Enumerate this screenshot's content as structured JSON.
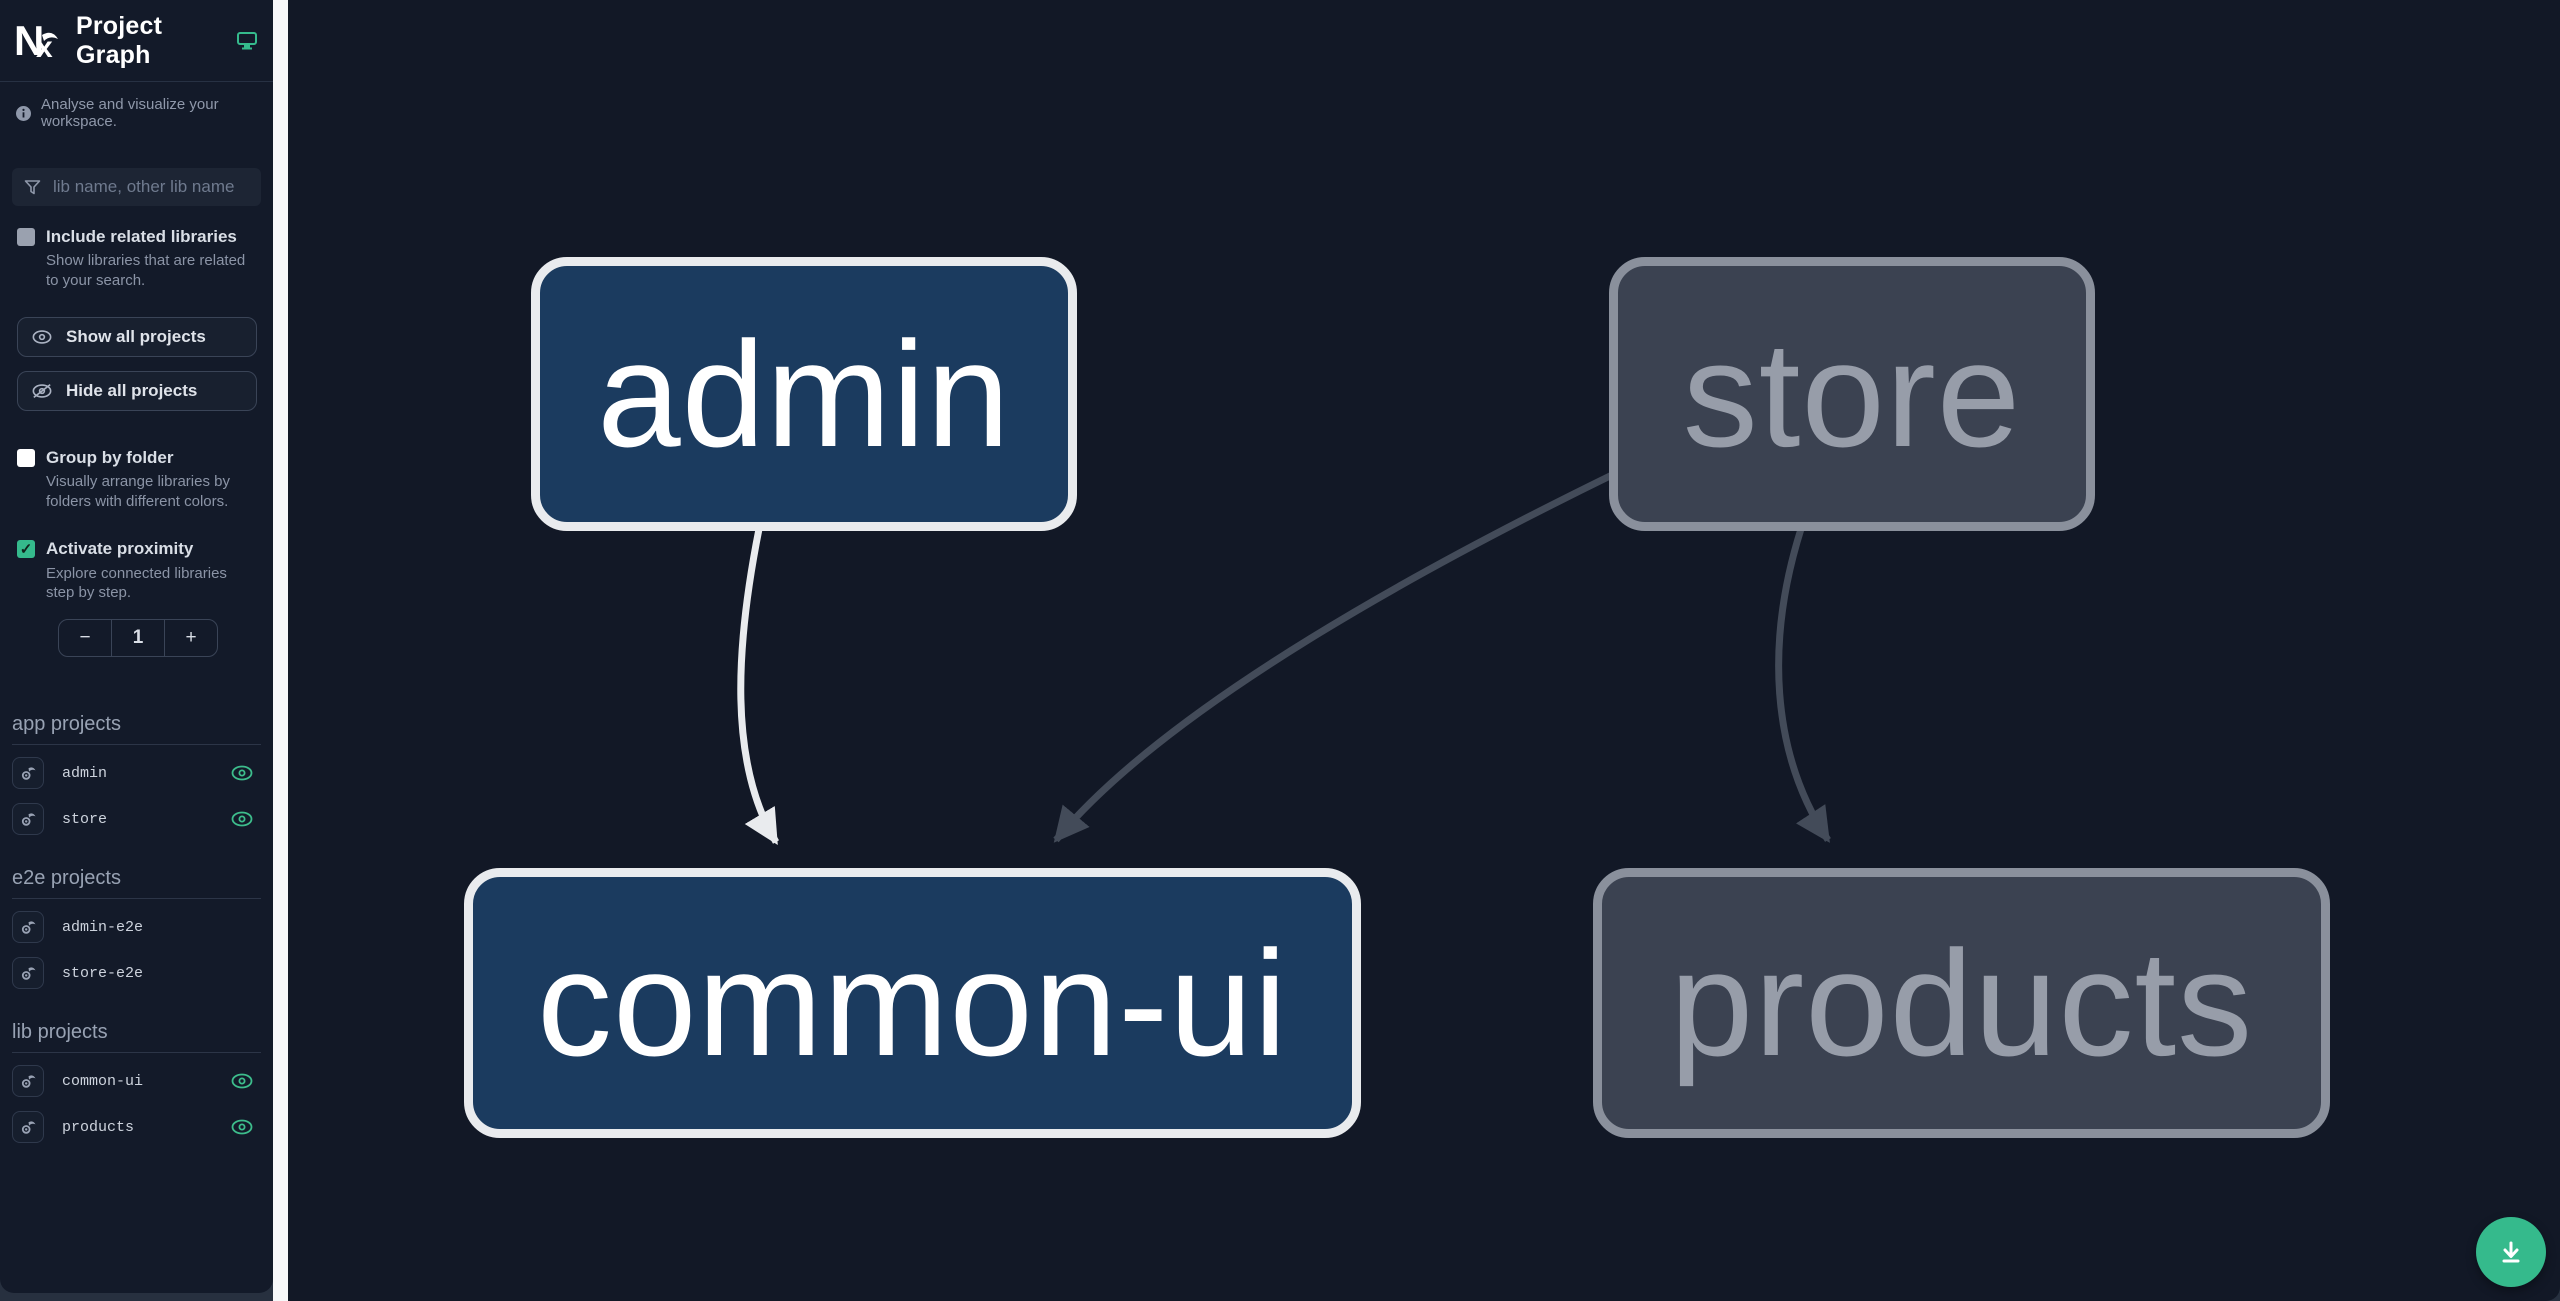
{
  "colors": {
    "sidebar_bg": "#131a29",
    "canvas_bg": "#121826",
    "divider": "#f7f8f9",
    "accent_green": "#35ba8c",
    "node_focused_fill": "#1b3b5f",
    "node_focused_border": "#e9ebee",
    "node_faded_fill": "#3b4251",
    "node_faded_border": "#8a909c",
    "edge_focused": "#e9ebee",
    "edge_faded": "#434b59"
  },
  "sidebar": {
    "title": "Project Graph",
    "tagline": "Analyse and visualize your workspace.",
    "filter": {
      "placeholder": "lib name, other lib name",
      "value": ""
    },
    "include_related": {
      "label": "Include related libraries",
      "description": "Show libraries that are related to your search.",
      "checked": false
    },
    "buttons": {
      "show_all": "Show all projects",
      "hide_all": "Hide all projects"
    },
    "group_by_folder": {
      "label": "Group by folder",
      "description": "Visually arrange libraries by folders with different colors.",
      "checked": false
    },
    "activate_proximity": {
      "label": "Activate proximity",
      "description": "Explore connected libraries step by step.",
      "checked": true,
      "check_glyph": "✓"
    },
    "stepper": {
      "decrement": "−",
      "value": "1",
      "increment": "+"
    },
    "sections": [
      {
        "title": "app projects",
        "items": [
          {
            "name": "admin",
            "visible": true
          },
          {
            "name": "store",
            "visible": true
          }
        ]
      },
      {
        "title": "e2e projects",
        "items": [
          {
            "name": "admin-e2e",
            "visible": false
          },
          {
            "name": "store-e2e",
            "visible": false
          }
        ]
      },
      {
        "title": "lib projects",
        "items": [
          {
            "name": "common-ui",
            "visible": true
          },
          {
            "name": "products",
            "visible": true
          }
        ]
      }
    ]
  },
  "graph": {
    "nodes": [
      {
        "id": "admin",
        "label": "admin",
        "state": "focused"
      },
      {
        "id": "store",
        "label": "store",
        "state": "faded"
      },
      {
        "id": "common-ui",
        "label": "common-ui",
        "state": "focused"
      },
      {
        "id": "products",
        "label": "products",
        "state": "faded"
      }
    ],
    "edges": [
      {
        "from": "admin",
        "to": "common-ui",
        "state": "focused"
      },
      {
        "from": "store",
        "to": "common-ui",
        "state": "faded"
      },
      {
        "from": "store",
        "to": "products",
        "state": "faded"
      }
    ]
  },
  "fab": {
    "action": "download-image"
  }
}
